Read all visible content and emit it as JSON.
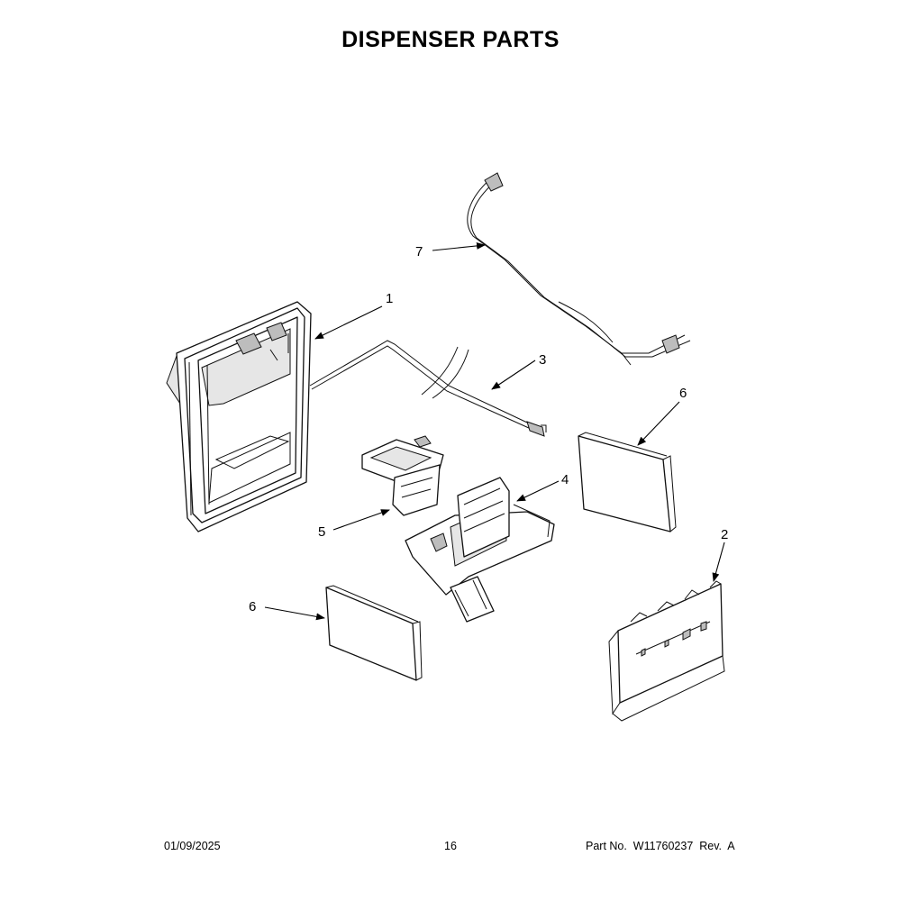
{
  "title": "DISPENSER PARTS",
  "callouts": [
    {
      "id": "1",
      "label": "1"
    },
    {
      "id": "2",
      "label": "2"
    },
    {
      "id": "3",
      "label": "3"
    },
    {
      "id": "4",
      "label": "4"
    },
    {
      "id": "5",
      "label": "5"
    },
    {
      "id": "6a",
      "label": "6"
    },
    {
      "id": "6b",
      "label": "6"
    },
    {
      "id": "7",
      "label": "7"
    }
  ],
  "footer": {
    "date": "01/09/2025",
    "page": "16",
    "part_no": "Part No.  W11760237  Rev.  A"
  }
}
